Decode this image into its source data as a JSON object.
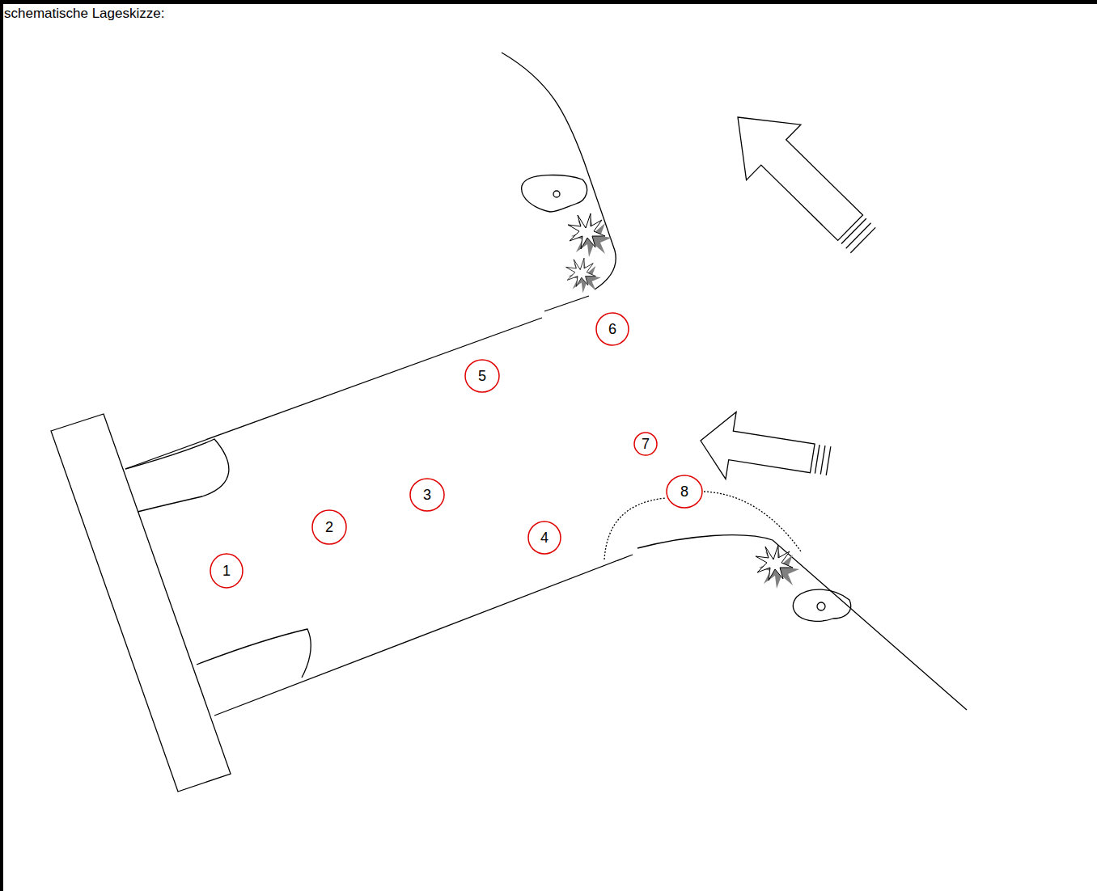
{
  "diagram": {
    "title": "schematische Lageskizze:",
    "nodes": [
      {
        "text": [
          "1"
        ]
      },
      {
        "text": [
          "2"
        ]
      },
      {
        "text": [
          "3"
        ]
      },
      {
        "text": [
          "4"
        ]
      },
      {
        "text": [
          "5"
        ]
      },
      {
        "text": [
          "6"
        ]
      },
      {
        "text": [
          "7"
        ]
      },
      {
        "text": [
          "8"
        ]
      }
    ]
  }
}
